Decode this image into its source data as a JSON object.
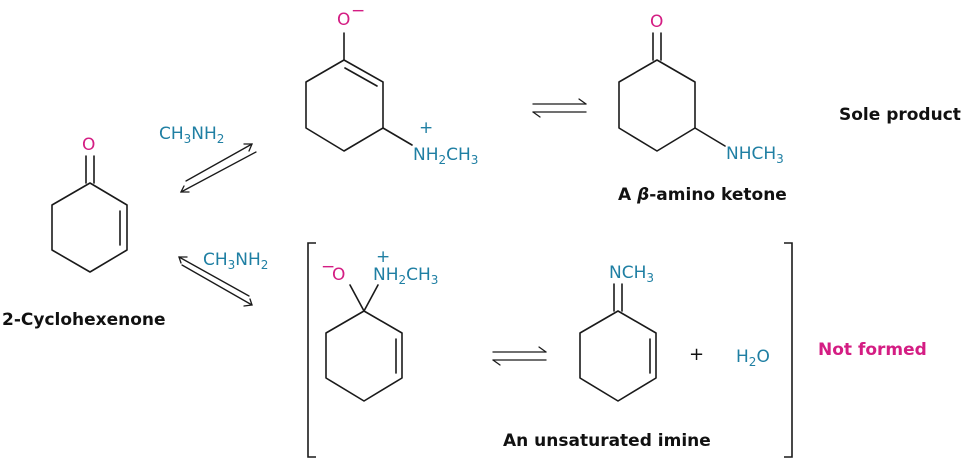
{
  "reagents": {
    "top": {
      "main": "CH",
      "sub1": "3",
      "mid": "NH",
      "sub2": "2"
    },
    "bottom": {
      "main": "CH",
      "sub1": "3",
      "mid": "NH",
      "sub2": "2"
    }
  },
  "atoms": {
    "oxygen": "O",
    "oxygen_anion": "O",
    "minus": "−",
    "minus_left": "−",
    "ammonium_plus": "+",
    "ammonium_plus_2": "+",
    "nh_main": "NH",
    "nh_sub": "2",
    "ch_main": "CH",
    "ch_sub": "3",
    "nhch_main": "NHCH",
    "nhch_sub": "3",
    "nch_main": "NCH",
    "nch_sub": "3",
    "water_h": "H",
    "water_sub": "2",
    "water_o": "O"
  },
  "labels": {
    "start_material": "2-Cyclohexenone",
    "beta_amino_prefix": "A ",
    "beta_symbol": "β",
    "beta_amino_suffix": "-amino ketone",
    "unsaturated_imine": "An unsaturated imine",
    "sole_product": "Sole product",
    "not_formed": "Not formed",
    "plus_sign": "+"
  },
  "colors": {
    "nitrogen_teal": "#1f7fa3",
    "oxygen_magenta": "#d41d83",
    "bond_black": "#1a1a1a"
  }
}
